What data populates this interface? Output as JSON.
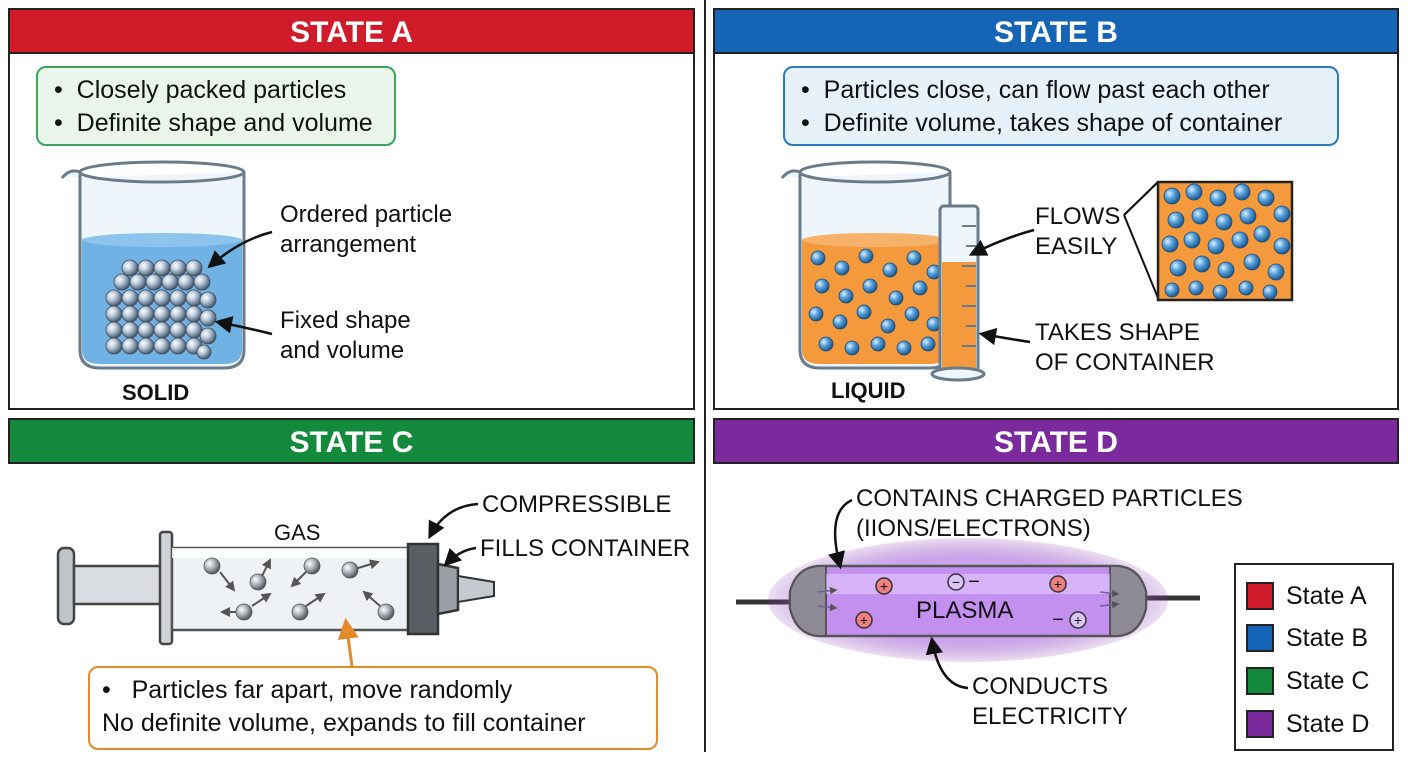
{
  "colors": {
    "state_a": "#d01c2a",
    "state_b": "#1564b6",
    "state_c": "#138a3c",
    "state_d": "#7b2a9e",
    "callout_green": "#3aa55b",
    "callout_blue": "#2a7bbf",
    "callout_orange": "#e58a2a"
  },
  "state_a": {
    "header": "STATE A",
    "bullets": [
      "Closely packed particles",
      "Definite shape and volume"
    ],
    "label_ordered": [
      "Ordered particle",
      "arrangement"
    ],
    "label_fixed": [
      "Fixed shape",
      "and volume"
    ],
    "caption": "SOLID"
  },
  "state_b": {
    "header": "STATE B",
    "bullets": [
      "Particles close, can flow past each other",
      "Definite volume, takes shape of container"
    ],
    "label_flows": [
      "FLOWS",
      "EASILY"
    ],
    "label_takes": [
      "TAKES SHAPE",
      "OF CONTAINER"
    ],
    "caption": "LIQUID"
  },
  "state_c": {
    "header": "STATE C",
    "gas_label": "GAS",
    "label_compressible": "COMPRESSIBLE",
    "label_fills": "FILLS CONTAINER",
    "bullet": "Particles far apart, move randomly",
    "line2": "No definite volume, expands to fill container"
  },
  "state_d": {
    "header": "STATE D",
    "label_charged": [
      "CONTAINS CHARGED PARTICLES",
      "(IIONS/ELECTRONS)"
    ],
    "plasma_label": "PLASMA",
    "label_conducts": [
      "CONDUCTS",
      "ELECTRICITY"
    ]
  },
  "legend": [
    {
      "label": "State A",
      "color": "#d01c2a"
    },
    {
      "label": "State B",
      "color": "#1564b6"
    },
    {
      "label": "State C",
      "color": "#138a3c"
    },
    {
      "label": "State D",
      "color": "#7b2a9e"
    }
  ]
}
